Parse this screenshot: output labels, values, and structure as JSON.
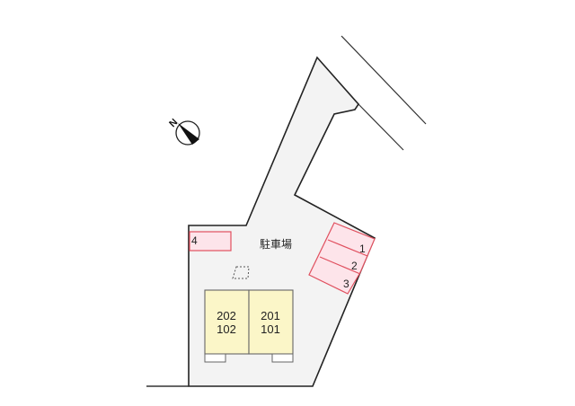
{
  "plan": {
    "title": "駐車場",
    "compass": {
      "label": "N",
      "icon": "north-arrow-icon"
    },
    "colors": {
      "lot_fill": "#f3f3f3",
      "lot_stroke": "#222222",
      "parking_fill": "#fde4ea",
      "parking_stroke": "#e0505f",
      "building_fill": "#fbf6c8",
      "building_stroke": "#555555"
    },
    "parking_spaces": [
      {
        "number": "1"
      },
      {
        "number": "2"
      },
      {
        "number": "3"
      },
      {
        "number": "4"
      }
    ],
    "buildings": [
      {
        "upper": "202",
        "lower": "102"
      },
      {
        "upper": "201",
        "lower": "101"
      }
    ]
  }
}
